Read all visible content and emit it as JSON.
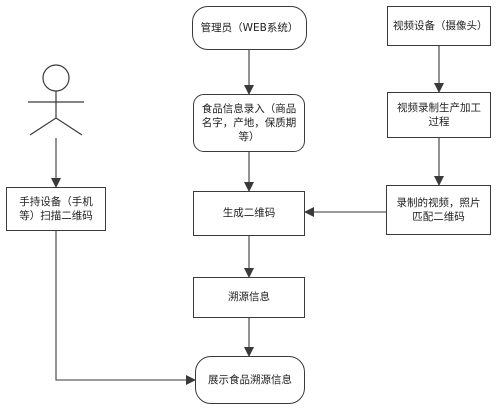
{
  "diagram": {
    "nodes": {
      "admin": "管理员（WEB系统）",
      "video_device": "视频设备（摄像头）",
      "food_info_entry": "食品信息录入（商品名字，产地，保质期等）",
      "video_recording": "视频录制生产加工过程",
      "handheld_device": "手持设备（手机等）扫描二维码",
      "generate_qr": "生成二维码",
      "match_qr": "录制的视频，照片匹配二维码",
      "trace_info": "溯源信息",
      "display_trace": "展示食品溯源信息"
    },
    "actor_label": "",
    "colors": {
      "stroke": "#3a3a3a",
      "background": "#ffffff",
      "text": "#222222"
    }
  }
}
